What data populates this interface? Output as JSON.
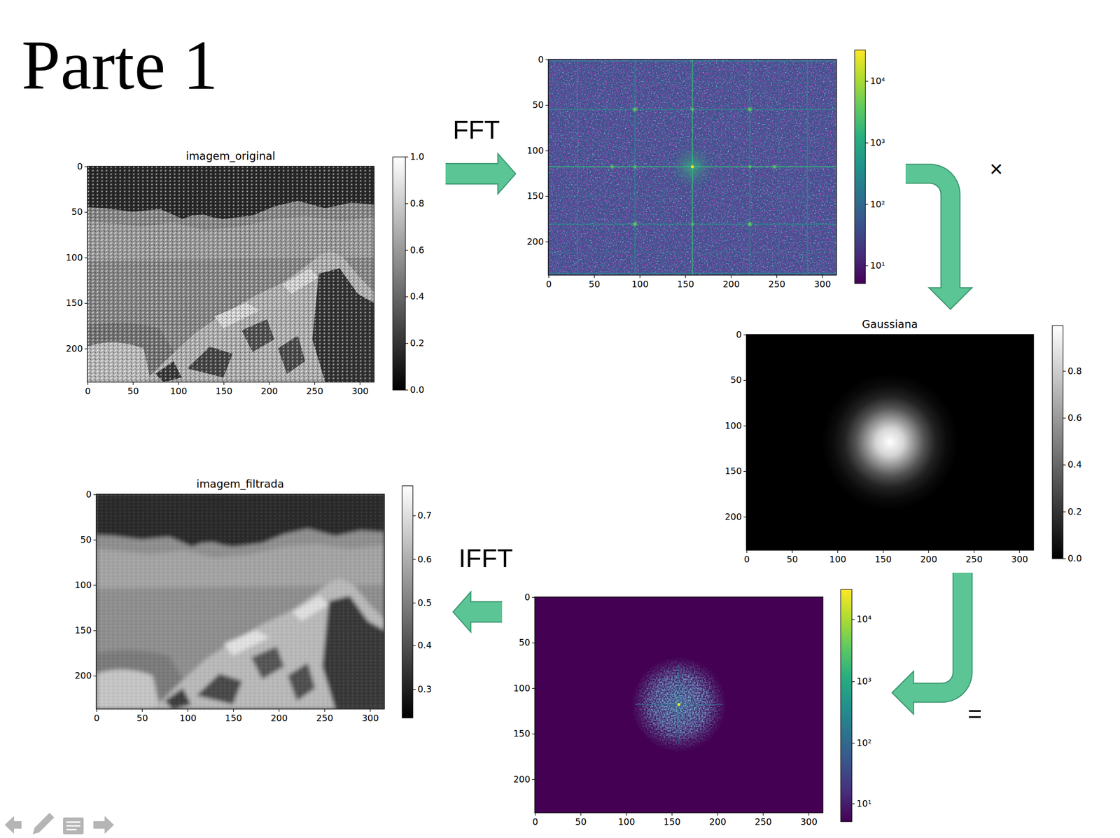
{
  "diagram": {
    "title": "Parte 1",
    "nodes": [
      {
        "text": [
          "imagem_original",
          "0",
          "50",
          "100",
          "150",
          "200",
          "250",
          "300",
          "0",
          "50",
          "100",
          "150",
          "200",
          "0.0",
          "0.2",
          "0.4",
          "0.6",
          "0.8",
          "1.0"
        ]
      },
      {
        "text": [
          "0",
          "50",
          "100",
          "150",
          "200",
          "250",
          "300",
          "0",
          "50",
          "100",
          "150",
          "200",
          "10¹",
          "10²",
          "10³",
          "10⁴"
        ]
      },
      {
        "text": [
          "Gaussiana",
          "0",
          "50",
          "100",
          "150",
          "200",
          "250",
          "300",
          "0",
          "50",
          "100",
          "150",
          "200",
          "0.0",
          "0.2",
          "0.4",
          "0.6",
          "0.8"
        ]
      },
      {
        "text": [
          "0",
          "50",
          "100",
          "150",
          "200",
          "250",
          "300",
          "0",
          "50",
          "100",
          "150",
          "200",
          "10¹",
          "10²",
          "10³",
          "10⁴"
        ]
      },
      {
        "text": [
          "imagem_filtrada",
          "0",
          "50",
          "100",
          "150",
          "200",
          "250",
          "300",
          "0",
          "50",
          "100",
          "150",
          "200",
          "0.3",
          "0.4",
          "0.5",
          "0.6",
          "0.7"
        ]
      }
    ],
    "edges": [
      {
        "from": 0,
        "to": 1,
        "label": "FFT",
        "arrow": "to"
      },
      {
        "from": 1,
        "to": 2,
        "label": "×",
        "arrow": "to"
      },
      {
        "from": 2,
        "to": 3,
        "label": "=",
        "arrow": "to"
      },
      {
        "from": 3,
        "to": 4,
        "label": "IFFT",
        "arrow": "to"
      }
    ]
  }
}
